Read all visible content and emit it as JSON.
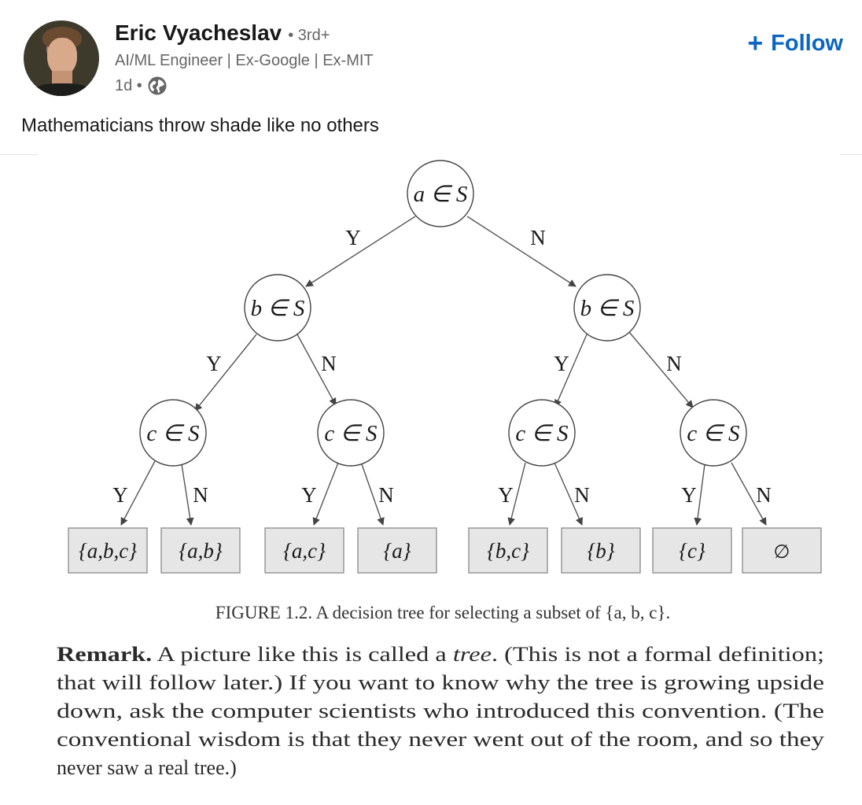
{
  "post": {
    "author_name": "Eric Vyacheslav",
    "degree": "• 3rd+",
    "headline": "AI/ML Engineer | Ex-Google | Ex-MIT",
    "time": "1d •",
    "follow_label": "Follow",
    "text": "Mathematicians throw shade like no others",
    "icons": {
      "follow": "plus-icon",
      "visibility": "globe-icon"
    },
    "colors": {
      "follow": "#0a66c2",
      "secondary_text": "#666666"
    }
  },
  "figure": {
    "nodes": {
      "root": "a ∈ S",
      "b_left": "b ∈ S",
      "b_right": "b ∈ S",
      "c1": "c ∈ S",
      "c2": "c ∈ S",
      "c3": "c ∈ S",
      "c4": "c ∈ S"
    },
    "edge_labels": {
      "yes": "Y",
      "no": "N"
    },
    "leaves": [
      "{a,b,c}",
      "{a,b}",
      "{a,c}",
      "{a}",
      "{b,c}",
      "{b}",
      "{c}",
      "∅"
    ],
    "caption": "FIGURE 1.2. A decision tree for selecting a subset of {a, b, c}.",
    "remark_bold": "Remark.",
    "remark_lines": [
      " A picture like this is called a ",
      "tree",
      ". (This is not a formal definition;",
      "that will follow later.) If you want to know why the tree is growing upside",
      "down, ask the computer scientists who introduced this convention. (The",
      "conventional wisdom is that they never went out of the room, and so they",
      "never saw a real tree.)"
    ]
  }
}
